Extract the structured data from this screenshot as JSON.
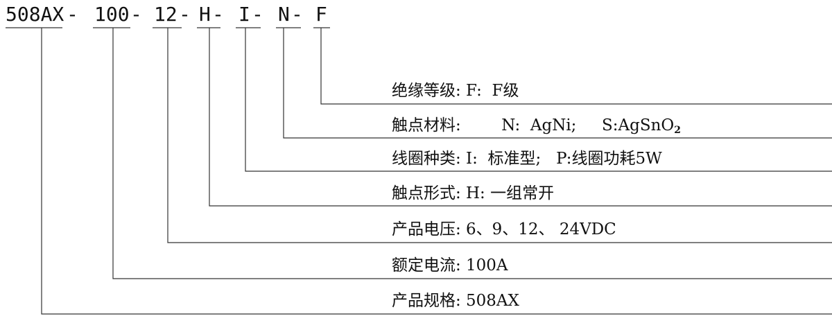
{
  "code": {
    "segments": [
      "508AX",
      "100",
      "12",
      "H",
      "I",
      "N",
      "F"
    ],
    "separator": "-"
  },
  "rows": [
    {
      "label": "绝缘等级:",
      "value": "F:  F级"
    },
    {
      "label": "触点材料:",
      "value": "N:  AgNi;     S:AgSnO",
      "sub": "2"
    },
    {
      "label": "线圈种类:",
      "value": "I:  标准型;   P:线圈功耗5W"
    },
    {
      "label": "触点形式:",
      "value": "H: 一组常开"
    },
    {
      "label": "产品电压:",
      "value": "6、9、12、 24VDC"
    },
    {
      "label": "额定电流:",
      "value": "100A"
    },
    {
      "label": "产品规格:",
      "value": "508AX"
    }
  ]
}
